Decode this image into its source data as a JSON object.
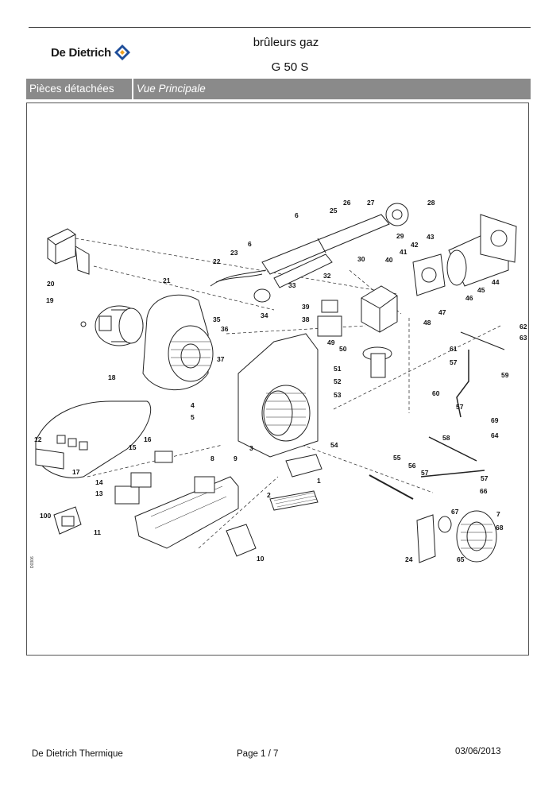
{
  "header": {
    "brand": "De Dietrich",
    "title": "brûleurs gaz",
    "model": "G 50 S"
  },
  "section_bar": {
    "category": "Pièces détachées",
    "view": "Vue Principale"
  },
  "diagram": {
    "figure_code": "D0306",
    "part_labels": [
      {
        "id": "p1",
        "text": "1"
      },
      {
        "id": "p2",
        "text": "2"
      },
      {
        "id": "p3",
        "text": "3"
      },
      {
        "id": "p4",
        "text": "4"
      },
      {
        "id": "p5",
        "text": "5"
      },
      {
        "id": "p6a",
        "text": "6"
      },
      {
        "id": "p6b",
        "text": "6"
      },
      {
        "id": "p7",
        "text": "7"
      },
      {
        "id": "p8",
        "text": "8"
      },
      {
        "id": "p9",
        "text": "9"
      },
      {
        "id": "p10",
        "text": "10"
      },
      {
        "id": "p11",
        "text": "11"
      },
      {
        "id": "p12",
        "text": "12"
      },
      {
        "id": "p13",
        "text": "13"
      },
      {
        "id": "p14",
        "text": "14"
      },
      {
        "id": "p15",
        "text": "15"
      },
      {
        "id": "p16",
        "text": "16"
      },
      {
        "id": "p17",
        "text": "17"
      },
      {
        "id": "p18",
        "text": "18"
      },
      {
        "id": "p19",
        "text": "19"
      },
      {
        "id": "p20",
        "text": "20"
      },
      {
        "id": "p21",
        "text": "21"
      },
      {
        "id": "p22",
        "text": "22"
      },
      {
        "id": "p23",
        "text": "23"
      },
      {
        "id": "p24",
        "text": "24"
      },
      {
        "id": "p25",
        "text": "25"
      },
      {
        "id": "p26",
        "text": "26"
      },
      {
        "id": "p27",
        "text": "27"
      },
      {
        "id": "p28",
        "text": "28"
      },
      {
        "id": "p29",
        "text": "29"
      },
      {
        "id": "p30",
        "text": "30"
      },
      {
        "id": "p32",
        "text": "32"
      },
      {
        "id": "p33",
        "text": "33"
      },
      {
        "id": "p34",
        "text": "34"
      },
      {
        "id": "p35",
        "text": "35"
      },
      {
        "id": "p36",
        "text": "36"
      },
      {
        "id": "p37",
        "text": "37"
      },
      {
        "id": "p38",
        "text": "38"
      },
      {
        "id": "p39",
        "text": "39"
      },
      {
        "id": "p40",
        "text": "40"
      },
      {
        "id": "p41",
        "text": "41"
      },
      {
        "id": "p42",
        "text": "42"
      },
      {
        "id": "p43",
        "text": "43"
      },
      {
        "id": "p44",
        "text": "44"
      },
      {
        "id": "p45",
        "text": "45"
      },
      {
        "id": "p46",
        "text": "46"
      },
      {
        "id": "p47",
        "text": "47"
      },
      {
        "id": "p48",
        "text": "48"
      },
      {
        "id": "p49",
        "text": "49"
      },
      {
        "id": "p50",
        "text": "50"
      },
      {
        "id": "p51",
        "text": "51"
      },
      {
        "id": "p52",
        "text": "52"
      },
      {
        "id": "p53",
        "text": "53"
      },
      {
        "id": "p54",
        "text": "54"
      },
      {
        "id": "p55",
        "text": "55"
      },
      {
        "id": "p56",
        "text": "56"
      },
      {
        "id": "p57a",
        "text": "57"
      },
      {
        "id": "p57b",
        "text": "57"
      },
      {
        "id": "p57c",
        "text": "57"
      },
      {
        "id": "p57d",
        "text": "57"
      },
      {
        "id": "p58",
        "text": "58"
      },
      {
        "id": "p59",
        "text": "59"
      },
      {
        "id": "p60",
        "text": "60"
      },
      {
        "id": "p61",
        "text": "61"
      },
      {
        "id": "p62",
        "text": "62"
      },
      {
        "id": "p63",
        "text": "63"
      },
      {
        "id": "p64",
        "text": "64"
      },
      {
        "id": "p65",
        "text": "65"
      },
      {
        "id": "p66",
        "text": "66"
      },
      {
        "id": "p67",
        "text": "67"
      },
      {
        "id": "p68",
        "text": "68"
      },
      {
        "id": "p69",
        "text": "69"
      },
      {
        "id": "p100",
        "text": "100"
      }
    ]
  },
  "footer": {
    "company": "De Dietrich Thermique",
    "page": "Page   1  /  7",
    "date": "03/06/2013"
  },
  "colors": {
    "bar_background": "#8a8a8a",
    "logo_blue": "#1f4e9a",
    "logo_orange": "#f0a020"
  }
}
